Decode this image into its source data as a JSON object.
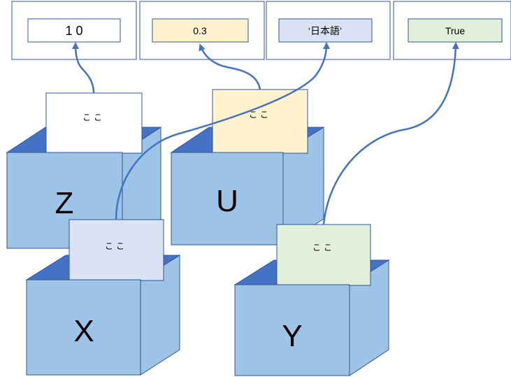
{
  "values": [
    {
      "id": "int",
      "text": "1 0",
      "fill": "#ffffff"
    },
    {
      "id": "float",
      "text": "0.3",
      "fill": "#fff2cc"
    },
    {
      "id": "str",
      "text": "‘日本語’",
      "fill": "#dae3f3"
    },
    {
      "id": "bool",
      "text": "True",
      "fill": "#e2efda"
    }
  ],
  "variables": [
    {
      "name": "Z",
      "card_text": "ここ",
      "card_fill": "#ffffff",
      "points_to": "int"
    },
    {
      "name": "U",
      "card_text": "ここ",
      "card_fill": "#fff2cc",
      "points_to": "float"
    },
    {
      "name": "X",
      "card_text": "ここ",
      "card_fill": "#dae3f3",
      "points_to": "str"
    },
    {
      "name": "Y",
      "card_text": "ここ",
      "card_fill": "#e2efda",
      "points_to": "bool"
    }
  ],
  "colors": {
    "box_front": "#9dc3e6",
    "box_side": "#9dc3e6",
    "box_back": "#4472c4",
    "box_stroke": "#2f5597",
    "arrow": "#4472c4",
    "frame_stroke": "#2f5597"
  }
}
